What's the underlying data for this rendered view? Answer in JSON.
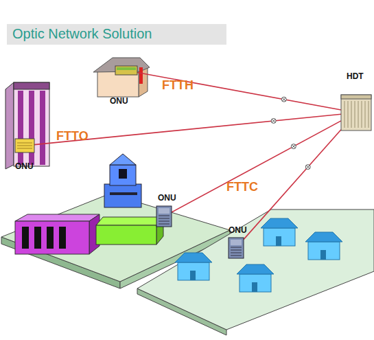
{
  "diagram": {
    "title": "Optic Network Solution",
    "nodes": [
      {
        "text": [
          "ONU"
        ]
      },
      {
        "text": [
          "HDT"
        ]
      },
      {
        "text": [
          "ONU"
        ]
      },
      {
        "text": [
          "ONU"
        ]
      },
      {
        "text": [
          "ONU"
        ]
      }
    ],
    "edges": [
      {
        "from": 0,
        "to": 1,
        "arrow": "none",
        "label": "FTTH"
      },
      {
        "from": 2,
        "to": 1,
        "arrow": "none",
        "label": "FTTO"
      },
      {
        "from": 3,
        "to": 1,
        "arrow": "none",
        "label": "FTTC"
      },
      {
        "from": 4,
        "to": 1,
        "arrow": "none"
      }
    ]
  }
}
